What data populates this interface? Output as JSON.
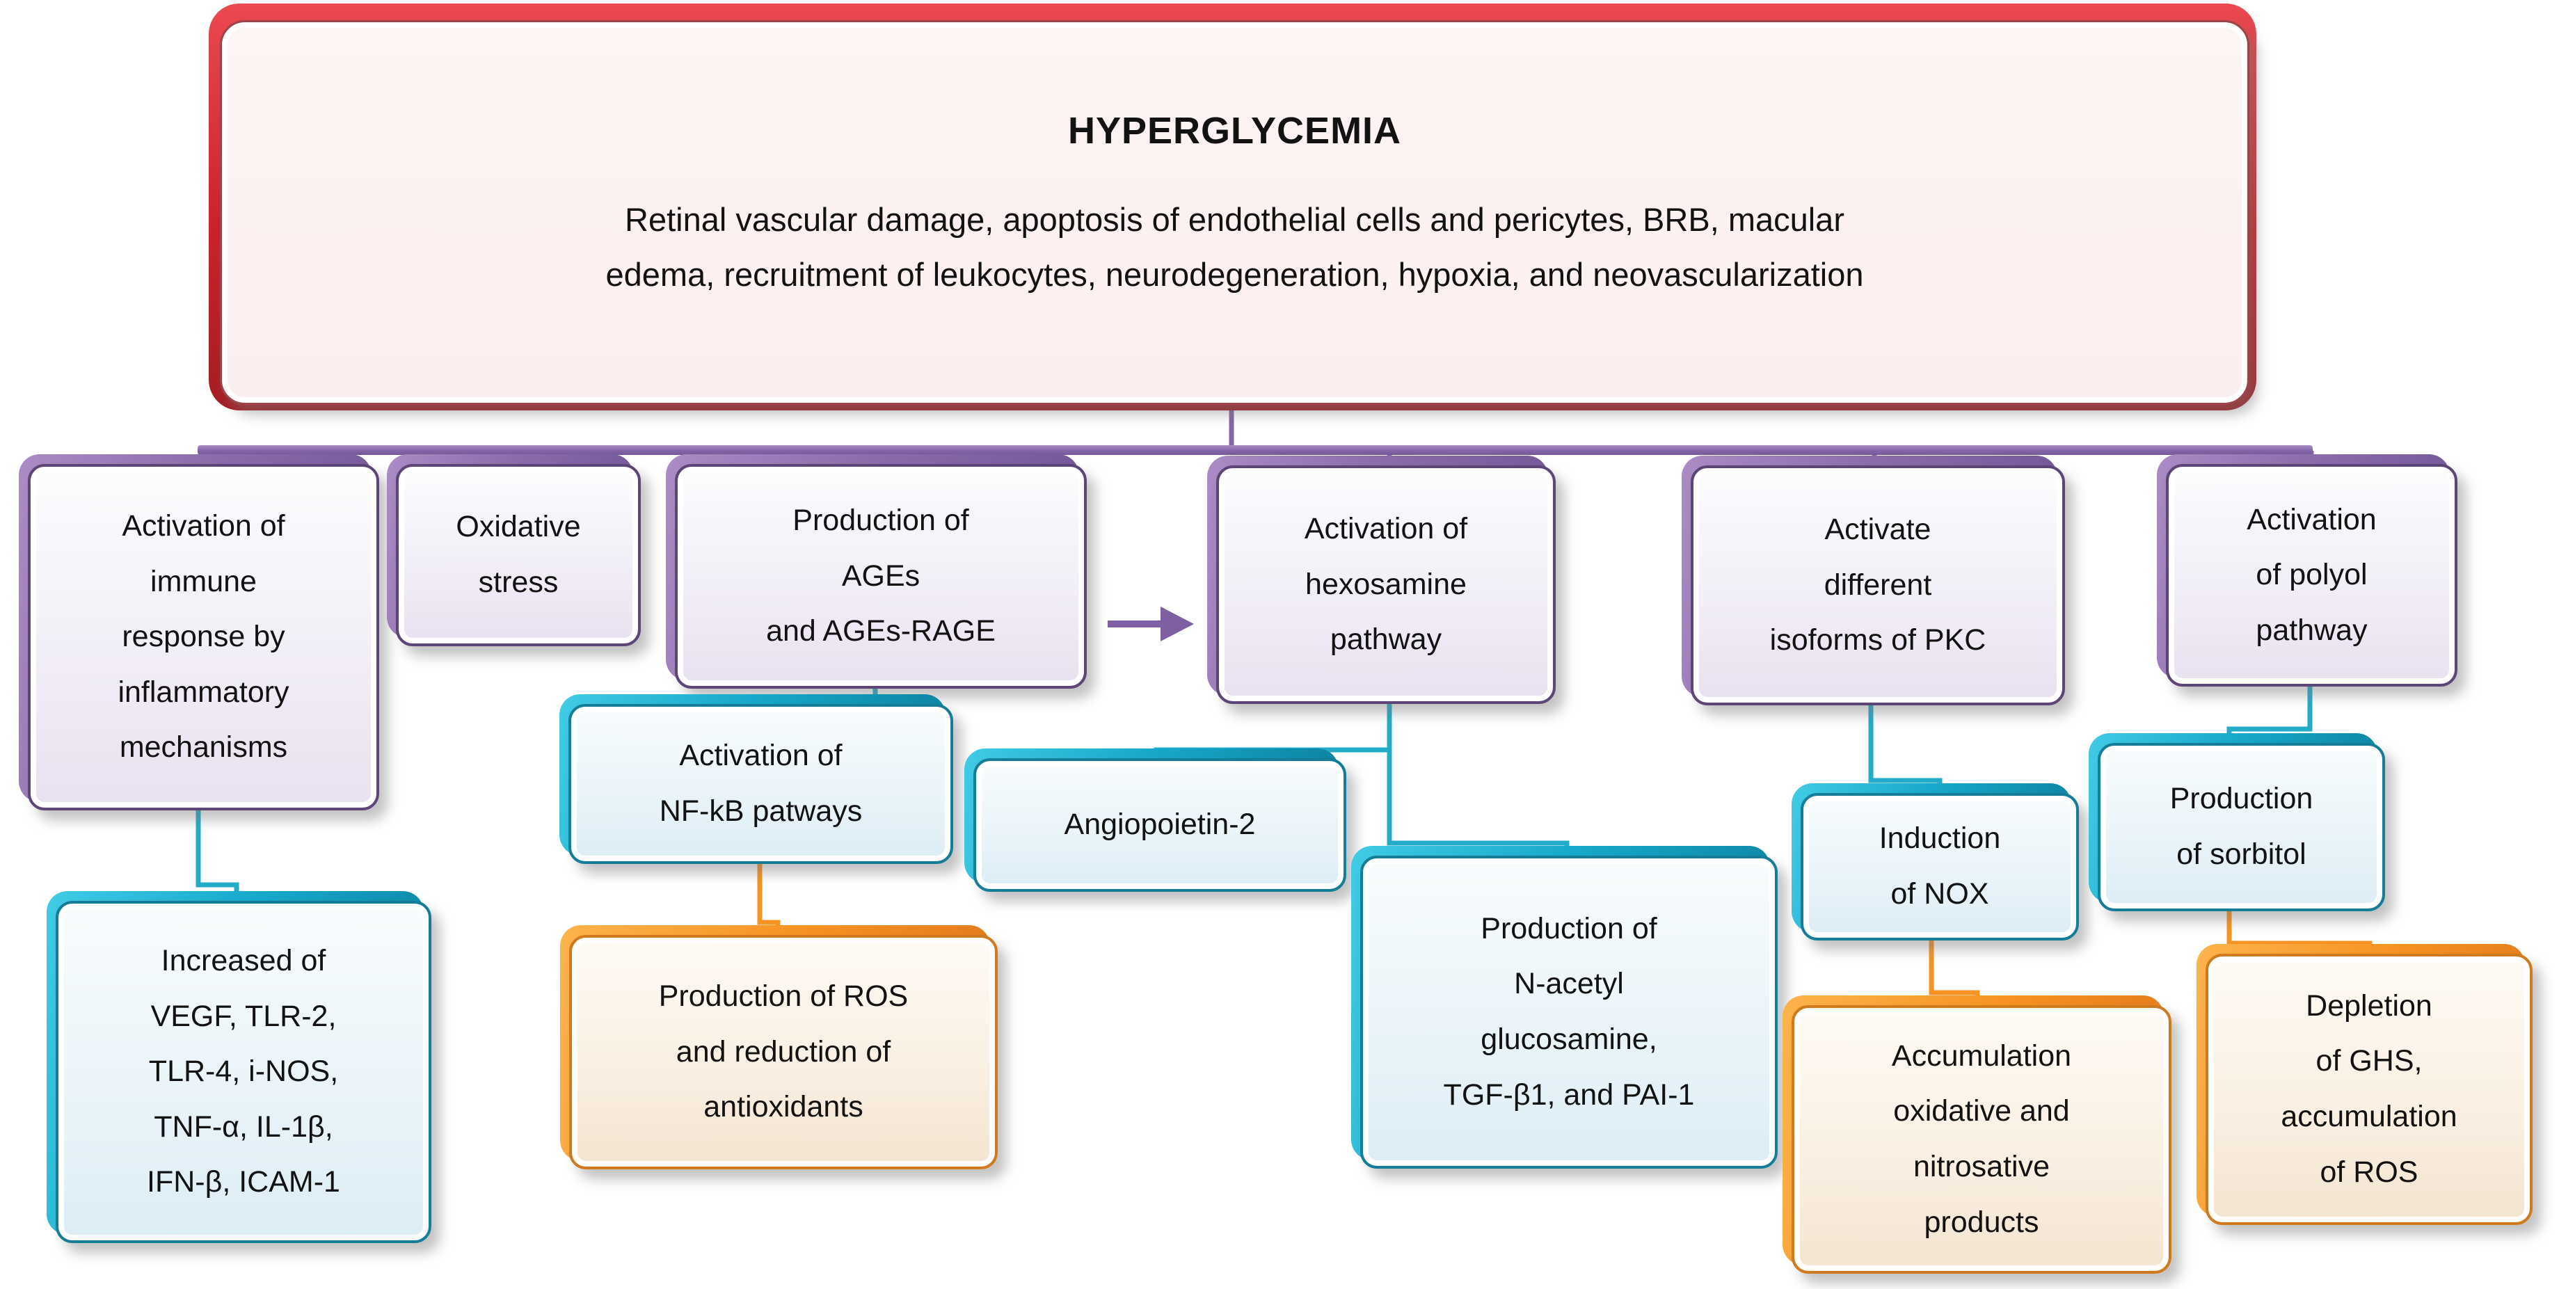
{
  "diagram": {
    "hyperglycemia": {
      "title": "HYPERGLYCEMIA",
      "subtitle": "Retinal vascular damage, apoptosis of endothelial cells and pericytes, BRB, macular\nedema, recruitment of leukocytes, neurodegeneration, hypoxia, and neovascularization"
    },
    "branches": {
      "immune_response": "Activation of\nimmune\nresponse by\ninflammatory\nmechanisms",
      "oxidative_stress": "Oxidative\nstress",
      "ages": "Production of\nAGEs\nand  AGEs-RAGE",
      "hexosamine": "Activation of\nhexosamine\npathway",
      "pkc": "Activate\ndifferent\nisoforms of PKC",
      "polyol": "Activation\nof polyol\npathway"
    },
    "mediators": {
      "cytokines": "Increased of\nVEGF, TLR-2,\nTLR-4, i-NOS,\nTNF-α, IL-1β,\nIFN-β, ICAM-1",
      "nfkb": "Activation of\nNF-kB patways",
      "angiopoietin2": "Angiopoietin-2",
      "n_acetyl": "Production of\nN-acetyl\nglucosamine,\nTGF-β1, and PAI-1",
      "nox": "Induction\nof NOX",
      "sorbitol": "Production\nof sorbitol"
    },
    "outcomes": {
      "ros": "Production of ROS\nand reduction of\nantioxidants",
      "oxidative_products": "Accumulation\noxidative and\nnitrosative\nproducts",
      "ghs": "Depletion\nof GHS,\naccumulation\nof ROS"
    },
    "icons": {
      "ages_to_hexosamine": "right-arrow-icon"
    }
  },
  "palette": {
    "root_red": "#C9242B",
    "branch_purple": "#8466A6",
    "mediator_teal": "#18AACB",
    "outcome_orange": "#F79322",
    "text": "#121212",
    "background": "#FFFFFF"
  }
}
